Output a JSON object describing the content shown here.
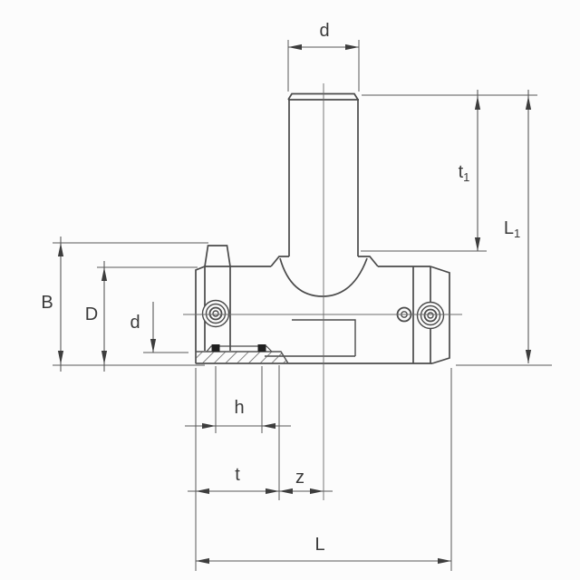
{
  "drawing": {
    "type": "technical-drawing",
    "subject": "electrofusion-tee-fitting-section",
    "colors": {
      "background": "#fcfcfc",
      "outline": "#4a4a4a",
      "dimension_line": "#585858",
      "arrow_fill": "#3d3d3d",
      "centerline": "#6b6b6b",
      "pin_fill": "#1f1f1f",
      "label_text": "#3a3a3a"
    },
    "labels": {
      "branch_diameter": "d",
      "t1": {
        "base": "t",
        "sub": "1"
      },
      "l1": {
        "base": "L",
        "sub": "1"
      },
      "overall_height": "B",
      "body_diameter": "D",
      "bore_diameter": "d",
      "coil_zone_length": "h",
      "socket_depth": "t",
      "z_offset": "z",
      "overall_length": "L"
    }
  }
}
